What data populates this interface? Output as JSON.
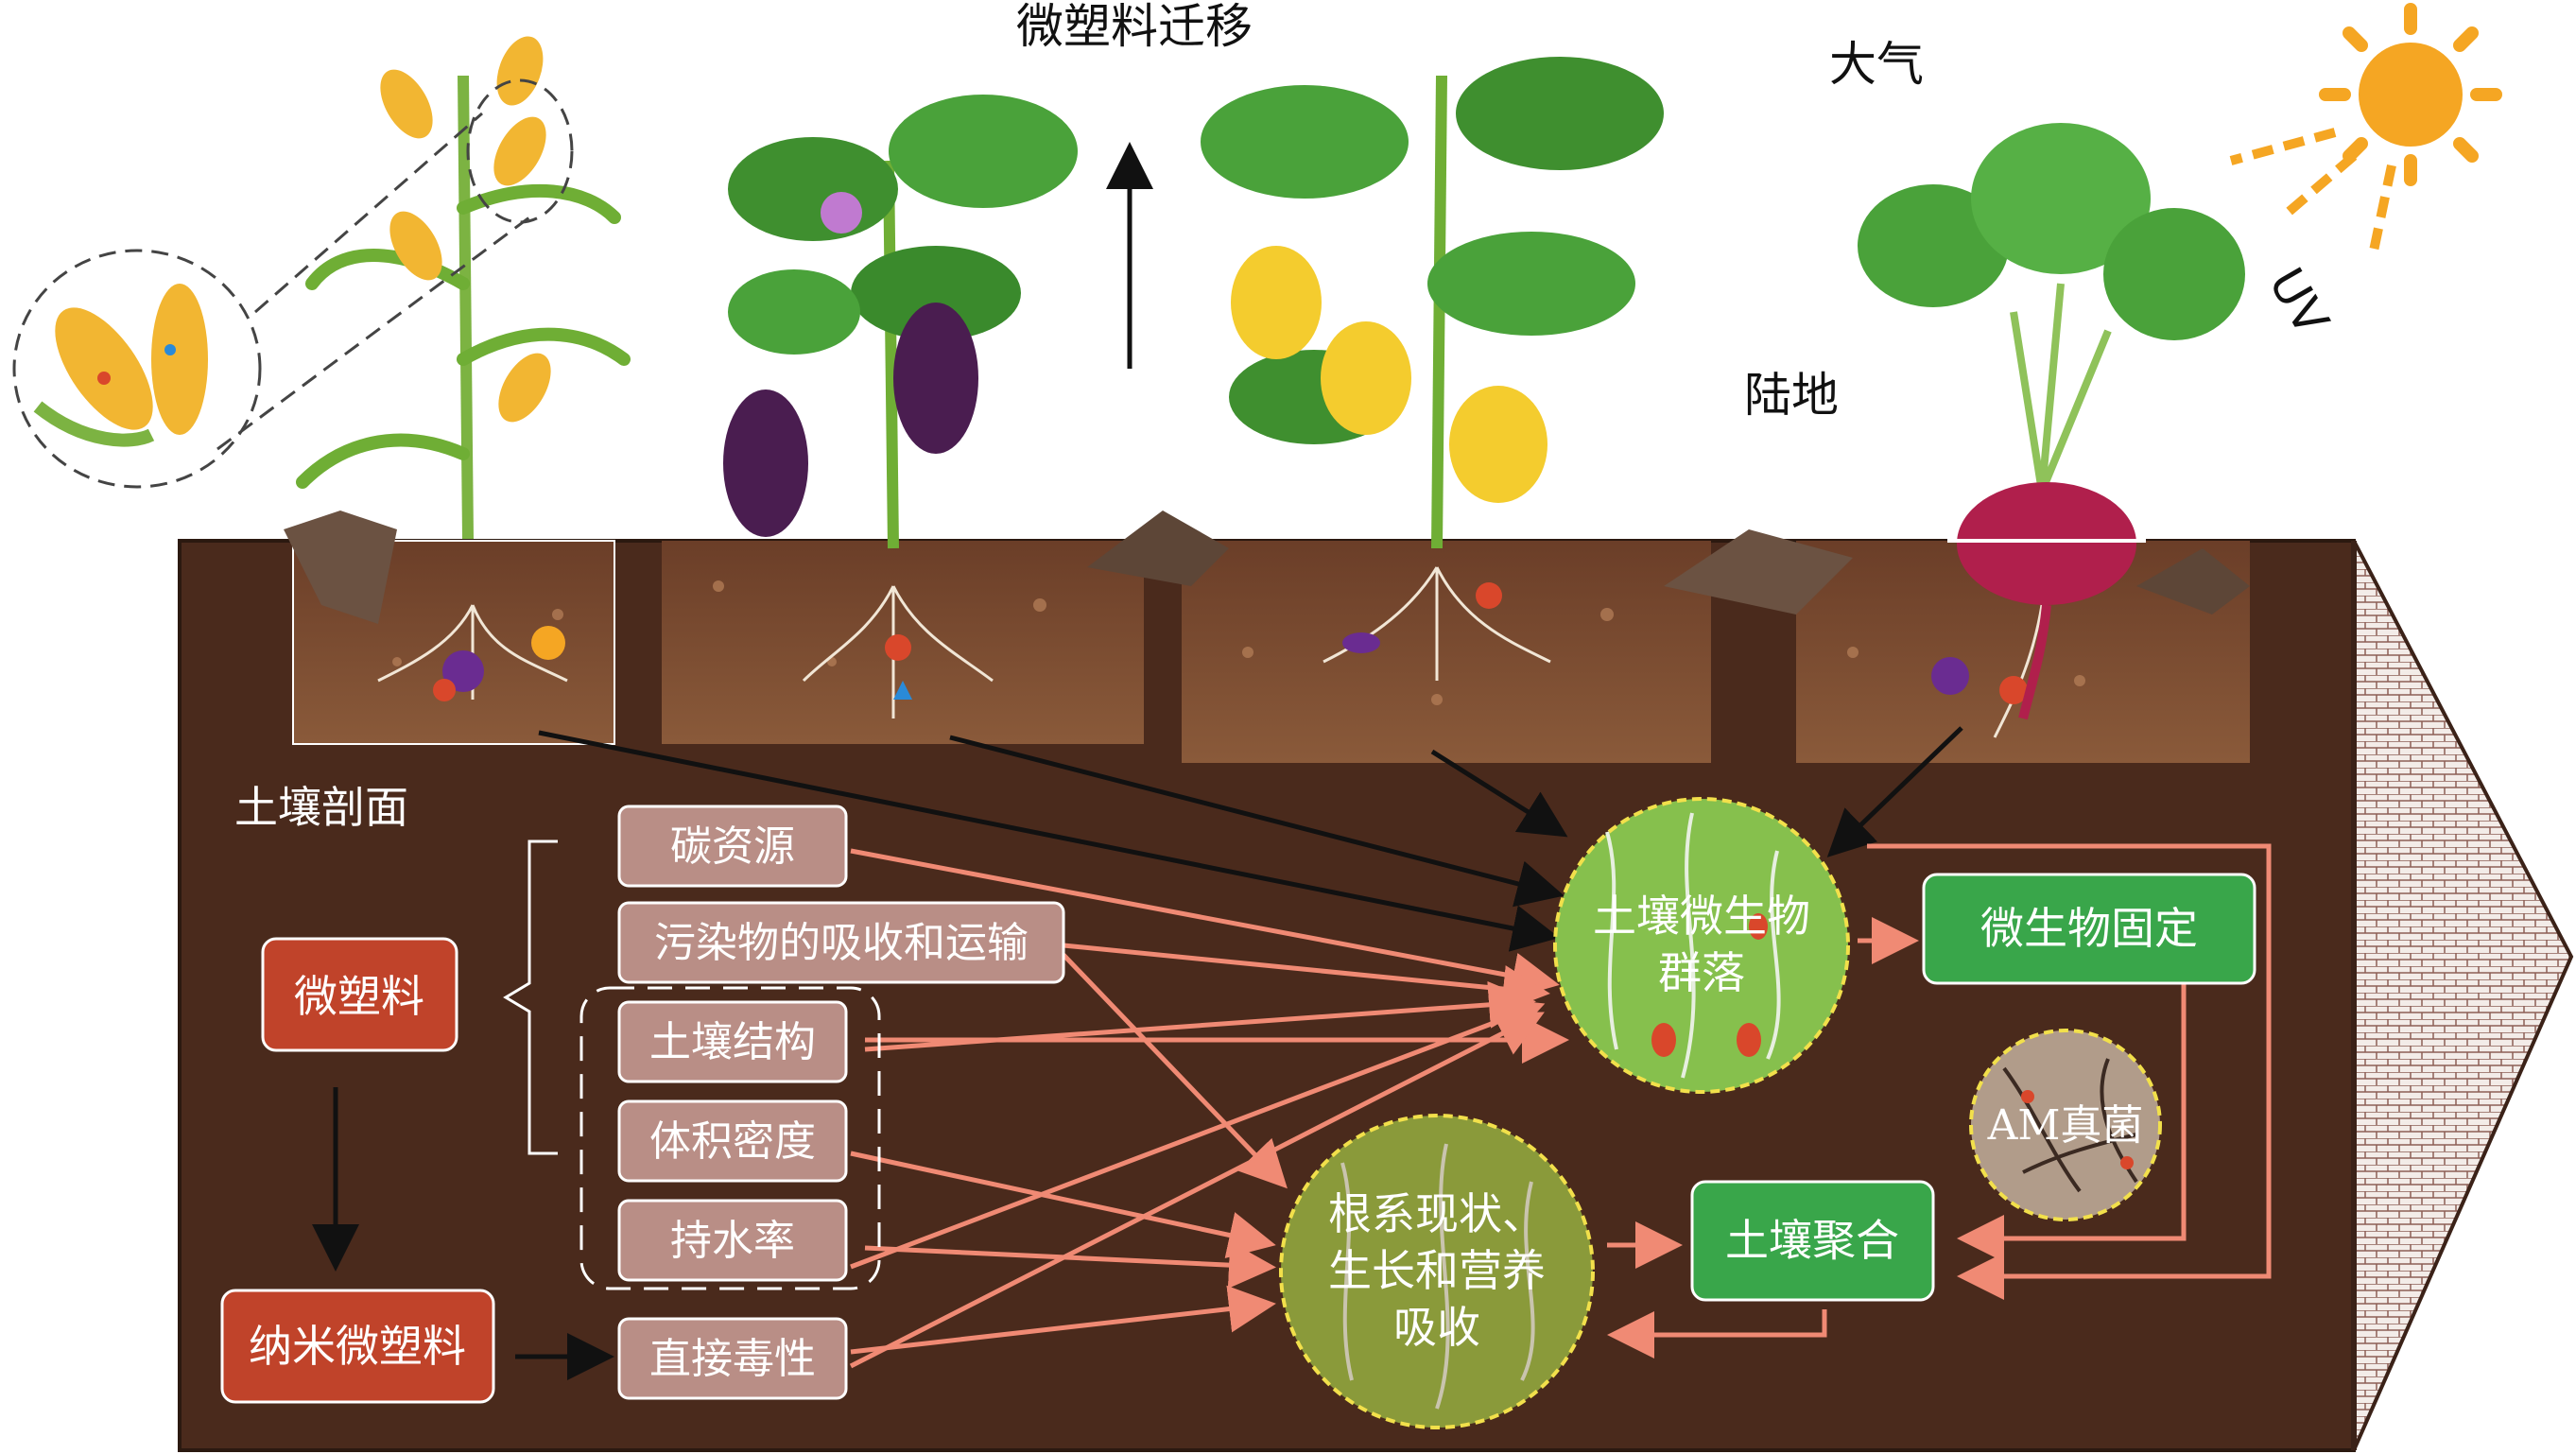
{
  "labels": {
    "migration": "微塑料迁移",
    "atmosphere": "大气",
    "land": "陆地",
    "uv": "UV",
    "soil_profile": "土壤剖面"
  },
  "nodes": {
    "microplastics": "微塑料",
    "nanoplastics": "纳米微塑料",
    "carbon_source": "碳资源",
    "pollutant": "污染物的吸收和运输",
    "soil_structure": "土壤结构",
    "bulk_density": "体积密度",
    "water_retention": "持水率",
    "direct_toxicity": "直接毒性",
    "microbial_community": [
      "土壤微生物",
      "群落"
    ],
    "root_growth": [
      "根系现状、",
      "生长和营养",
      "吸收"
    ],
    "microbial_fixation": "微生物固定",
    "am_fungi": "AM真菌",
    "soil_aggregation": "土壤聚合"
  },
  "colors": {
    "soil_dark": "#4a2a1c",
    "soil_light": "#7a4a2e",
    "red_box": "#c0432a",
    "pink_box": "#b98e86",
    "green_box": "#39a64a",
    "green_circle": "#86c04d",
    "olive_circle": "#8a9a3a",
    "salmon_arrow": "#f08a74",
    "sun": "#f5a623"
  }
}
